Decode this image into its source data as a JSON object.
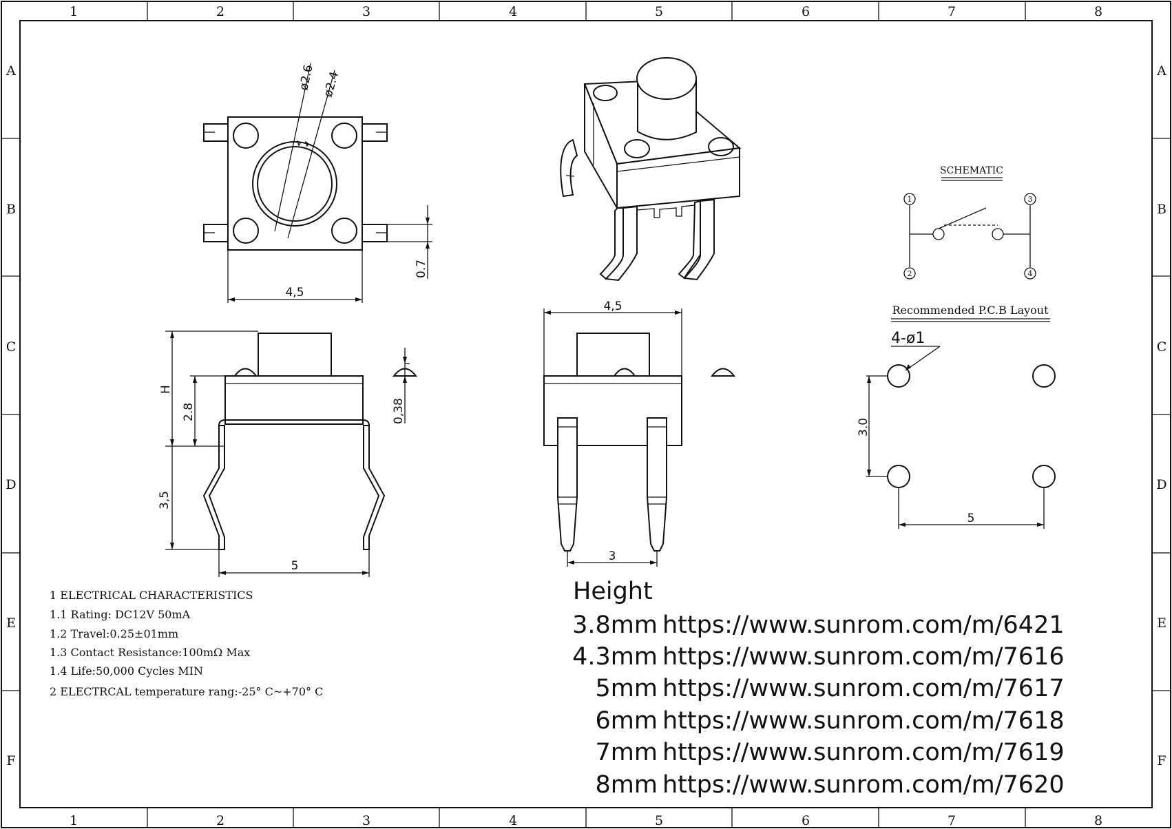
{
  "frame": {
    "columns": [
      "1",
      "2",
      "3",
      "4",
      "5",
      "6",
      "7",
      "8"
    ],
    "rows": [
      "A",
      "B",
      "C",
      "D",
      "E",
      "F"
    ]
  },
  "top_view": {
    "dia_outer": "ø2.6",
    "dia_inner": "ø2.4",
    "width": "4,5",
    "lead_offset": "0.7"
  },
  "side_view": {
    "height": "H",
    "body_height": "2.8",
    "leg_length": "3,5",
    "pin_span": "5",
    "nub_height": "0,38"
  },
  "front_view": {
    "width": "4,5",
    "pin_pitch": "3"
  },
  "schematic": {
    "title": "SCHEMATIC",
    "pins": [
      "1",
      "2",
      "3",
      "4"
    ]
  },
  "pcb": {
    "title": "Recommended P.C.B Layout",
    "hole_label": "4-ø1",
    "vertical": "3.0",
    "horizontal": "5"
  },
  "specs": [
    "1  ELECTRICAL CHARACTERISTICS",
    "1.1 Rating: DC12V 50mA",
    "1.2 Travel:0.25±01mm",
    "1.3 Contact Resistance:100mΩ  Max",
    "1.4 Life:50,000 Cycles MIN",
    "2   ELECTRCAL temperature rang:-25° C~+70° C"
  ],
  "links": {
    "header": "Height",
    "rows": [
      {
        "height": "3.8mm",
        "url": "https://www.sunrom.com/m/6421"
      },
      {
        "height": "4.3mm",
        "url": "https://www.sunrom.com/m/7616"
      },
      {
        "height": "5mm",
        "url": "https://www.sunrom.com/m/7617"
      },
      {
        "height": "6mm",
        "url": "https://www.sunrom.com/m/7618"
      },
      {
        "height": "7mm",
        "url": "https://www.sunrom.com/m/7619"
      },
      {
        "height": "8mm",
        "url": "https://www.sunrom.com/m/7620"
      }
    ]
  }
}
